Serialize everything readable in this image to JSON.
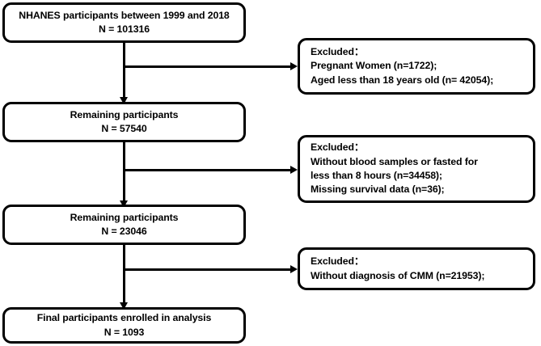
{
  "diagram": {
    "title": "NHANES participant selection flowchart",
    "colors": {
      "stroke": "#000000",
      "fill": "#ffffff",
      "text": "#000000"
    },
    "main_nodes": [
      {
        "id": "source",
        "line1": "NHANES participants between 1999 and 2018",
        "line2": "N = 101316"
      },
      {
        "id": "remaining-1",
        "line1": "Remaining participants",
        "line2": "N = 57540"
      },
      {
        "id": "remaining-2",
        "line1": "Remaining participants",
        "line2": "N = 23046"
      },
      {
        "id": "final",
        "line1": "Final participants enrolled in analysis",
        "line2": "N = 1093"
      }
    ],
    "exclusion_nodes": [
      {
        "id": "exclusion-1",
        "heading": "Excluded：",
        "line1": "Pregnant Women (n=1722);",
        "line2": "Aged less than 18 years old (n= 42054);",
        "line3": ""
      },
      {
        "id": "exclusion-2",
        "heading": "Excluded：",
        "line1": "Without blood samples or fasted for",
        "line2": "less than 8 hours (n=34458);",
        "line3": "Missing survival data (n=36);"
      },
      {
        "id": "exclusion-3",
        "heading": "Excluded：",
        "line1": "Without diagnosis of CMM (n=21953);",
        "line2": "",
        "line3": ""
      }
    ]
  }
}
